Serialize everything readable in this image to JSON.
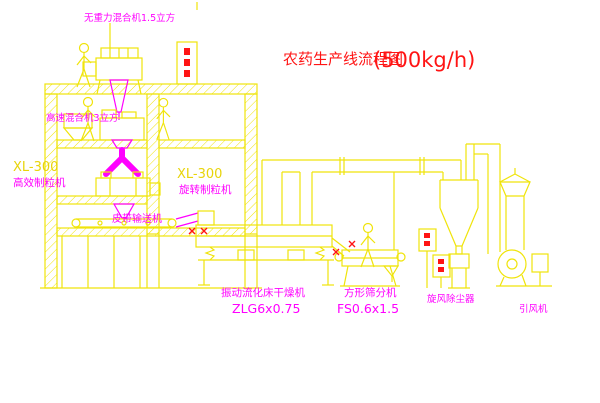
{
  "title": {
    "main": "农药生产线流程图",
    "capacity": "(500kg/h)"
  },
  "labels": {
    "gravity_mixer": "无重力混合机1.5立方",
    "high_speed_mixer": "高速混合机3立方",
    "left_granulator_model": "XL-300",
    "left_granulator_name": "高效制粒机",
    "center_granulator_model": "XL-300",
    "center_granulator_name": "旋转制粒机",
    "belt_conveyor": "皮带输送机",
    "dryer_name": "振动流化床干燥机",
    "dryer_model": "ZLG6x0.75",
    "sieve_name": "方形筛分机",
    "sieve_model": "FS0.6x1.5",
    "cyclone": "旋风除尘器",
    "fan": "引风机"
  },
  "colors": {
    "line_yellow": "#f0e40a",
    "label_magenta": "#ff00ff",
    "title_red": "#ff1414",
    "background": "#ffffff"
  }
}
